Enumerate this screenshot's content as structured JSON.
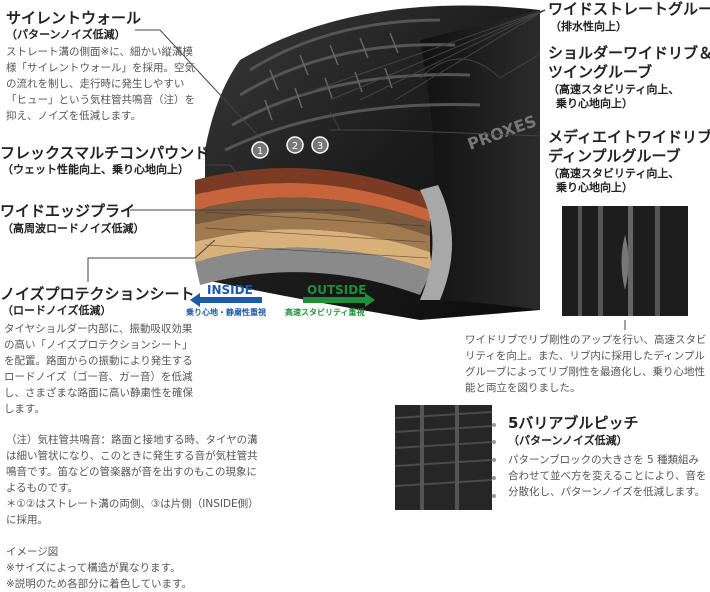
{
  "features": {
    "silent_wall": {
      "title": "サイレントウォール",
      "sub": "（パターンノイズ低減）",
      "desc": "ストレート溝の側面※に、細かい縦溝模様「サイレントウォール」を採用。空気の流れを制し、走行時に発生しやすい「ヒュー」という気柱管共鳴音（注）を抑え、ノイズを低減します。"
    },
    "flex_multi": {
      "title": "フレックスマルチコンパウンド",
      "sub": "（ウェット性能向上、乗り心地向上）"
    },
    "wide_edge": {
      "title": "ワイドエッジプライ",
      "sub": "（高周波ロードノイズ低減）"
    },
    "noise_sheet": {
      "title": "ノイズプロテクションシート",
      "sub": "（ロードノイズ低減）",
      "desc": "タイヤショルダー内部に、振動吸収効果の高い「ノイズプロテクションシート」を配置。路面からの振動により発生するロードノイズ（ゴー音、ガー音）を低減し、さまざまな路面に高い静粛性を確保します。"
    },
    "wide_straight": {
      "title": "ワイドストレートグルーブ",
      "sub": "（排水性向上）"
    },
    "shoulder_rib": {
      "title_line1": "ショルダーワイドリブ＆",
      "title_line2": "ツイングルーブ",
      "sub_line1": "（高速スタビリティ向上、",
      "sub_line2": "乗り心地向上）"
    },
    "medi_rib": {
      "title_line1": "メディエイトワイドリブ＆",
      "title_line2": "ディンプルグルーブ",
      "sub_line1": "（高速スタビリティ向上、",
      "sub_line2": "乗り心地向上）",
      "desc": "ワイドリブでリブ剛性のアップを行い、高速スタビリティを向上。また、リブ内に採用したディンプルグルーブによってリブ剛性を最適化し、乗り心地性能と両立を図りました。"
    },
    "variable_pitch": {
      "title": "5バリアブルピッチ",
      "sub": "（パターンノイズ低減）",
      "desc": "パターンブロックの大きさを 5 種類組み合わせて並べ方を変えることにより、音を分散化し、パターンノイズを低減します。"
    }
  },
  "directions": {
    "inside_label": "INSIDE",
    "inside_sub": "乗り心地・静粛性重視",
    "outside_label": "OUTSIDE",
    "outside_sub": "高速スタビリティ重視",
    "inside_color": "#1a5aa8",
    "outside_color": "#1f8f3a"
  },
  "tire_brand": "PROXES",
  "markers": [
    "1",
    "2",
    "3"
  ],
  "notes": {
    "note1_line1": "（注）気柱管共鳴音：路面と接地する時、タイヤの溝は細い管状になり、このときに発生する音が気柱管共鳴音です。笛などの管楽器が音を出すのもこの現象によるものです。",
    "note1_line2": "＊①②はストレート溝の両側、③は片側（INSIDE側）に採用。",
    "image_line1": "イメージ図",
    "image_line2": "※サイズによって構造が異なります。",
    "image_line3": "※説明のため各部分に着色しています。"
  }
}
